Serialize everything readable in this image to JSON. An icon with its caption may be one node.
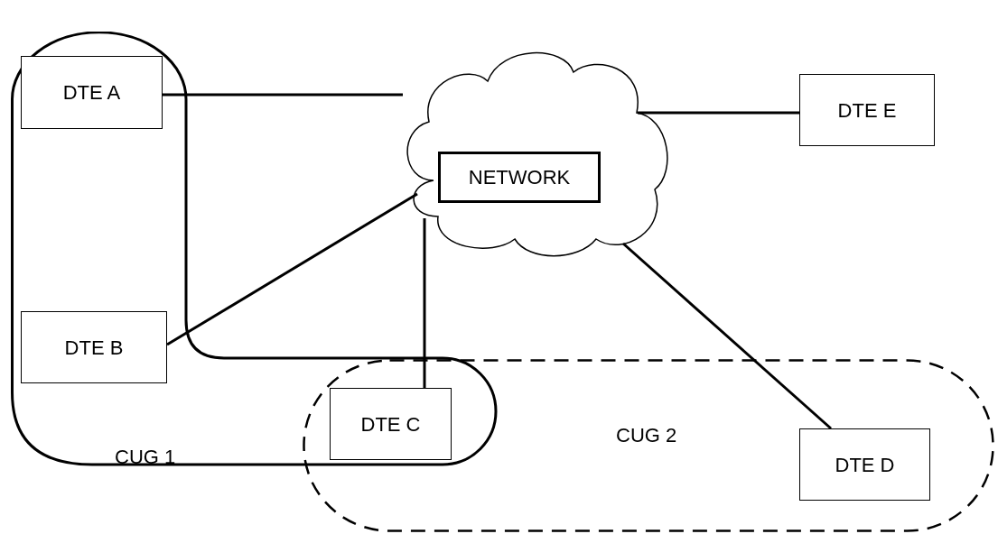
{
  "diagram": {
    "nodes": [
      {
        "text": [
          "CUG 1"
        ]
      },
      {
        "text": [
          "DTE A"
        ],
        "in": 0
      },
      {
        "text": [
          "DTE B"
        ],
        "in": 0
      },
      {
        "text": [
          "NETWORK"
        ]
      },
      {
        "text": [
          "DTE E"
        ]
      },
      {
        "text": [
          "CUG 2"
        ]
      },
      {
        "text": [
          "DTE C"
        ]
      },
      {
        "text": [
          "DTE D"
        ],
        "in": 5
      }
    ],
    "edges": [
      {
        "from": 1,
        "to": 3,
        "arrow": "none"
      },
      {
        "from": 2,
        "to": 3,
        "arrow": "none"
      },
      {
        "from": 6,
        "to": 3,
        "arrow": "none"
      },
      {
        "from": 7,
        "to": 3,
        "arrow": "none"
      },
      {
        "from": 4,
        "to": 3,
        "arrow": "none"
      }
    ]
  }
}
